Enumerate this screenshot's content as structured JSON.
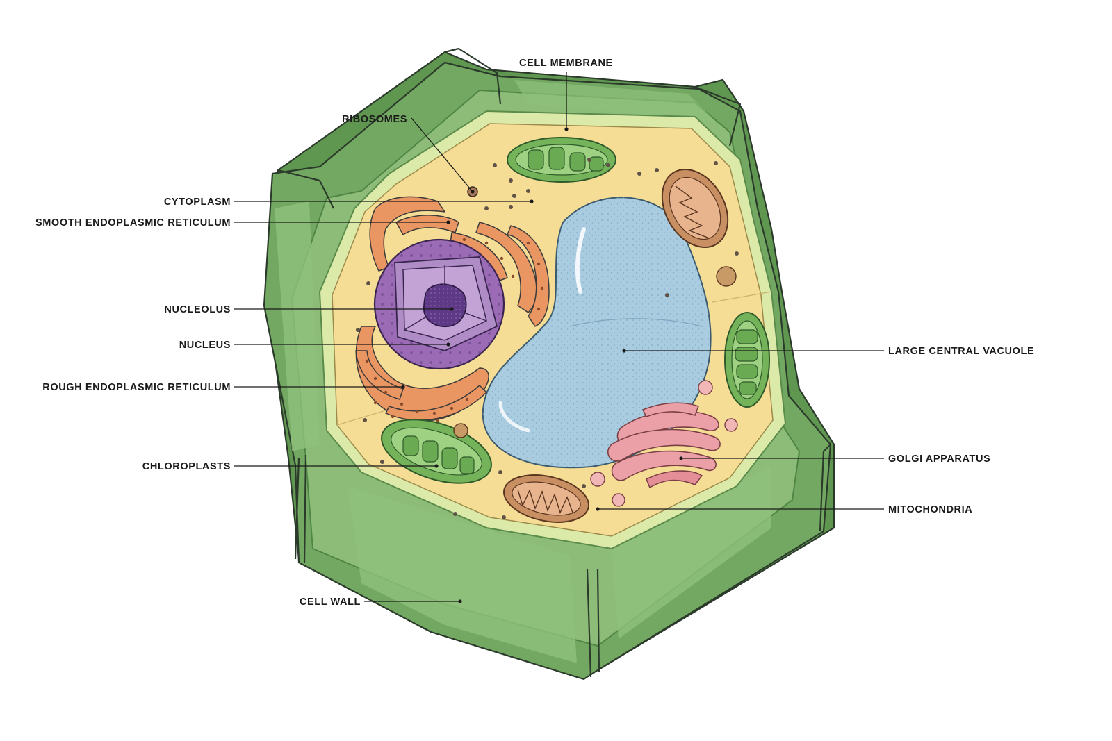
{
  "diagram": {
    "labels": {
      "cell_membrane": "CELL MEMBRANE",
      "ribosomes": "RIBOSOMES",
      "cytoplasm": "CYTOPLASM",
      "smooth_er": "SMOOTH ENDOPLASMIC RETICULUM",
      "nucleolus": "NUCLEOLUS",
      "nucleus": "NUCLEUS",
      "rough_er": "ROUGH ENDOPLASMIC RETICULUM",
      "chloroplasts": "CHLOROPLASTS",
      "cell_wall": "CELL WALL",
      "large_central_vacuole": "LARGE CENTRAL VACUOLE",
      "golgi_apparatus": "GOLGI APPARATUS",
      "mitochondria": "MITOCHONDRIA"
    },
    "colors": {
      "cell_wall": "#6fa35f",
      "cell_wall_dark": "#4f8545",
      "membrane": "#d9e7a6",
      "cytoplasm": "#f5dd95",
      "nucleus": "#9b6bb5",
      "nucleolus": "#5e3a86",
      "rough_er": "#e8935f",
      "vacuole": "#a9cce0",
      "chloroplast": "#74b35a",
      "mitochondria": "#c88f63",
      "golgi": "#eba0a7"
    }
  }
}
